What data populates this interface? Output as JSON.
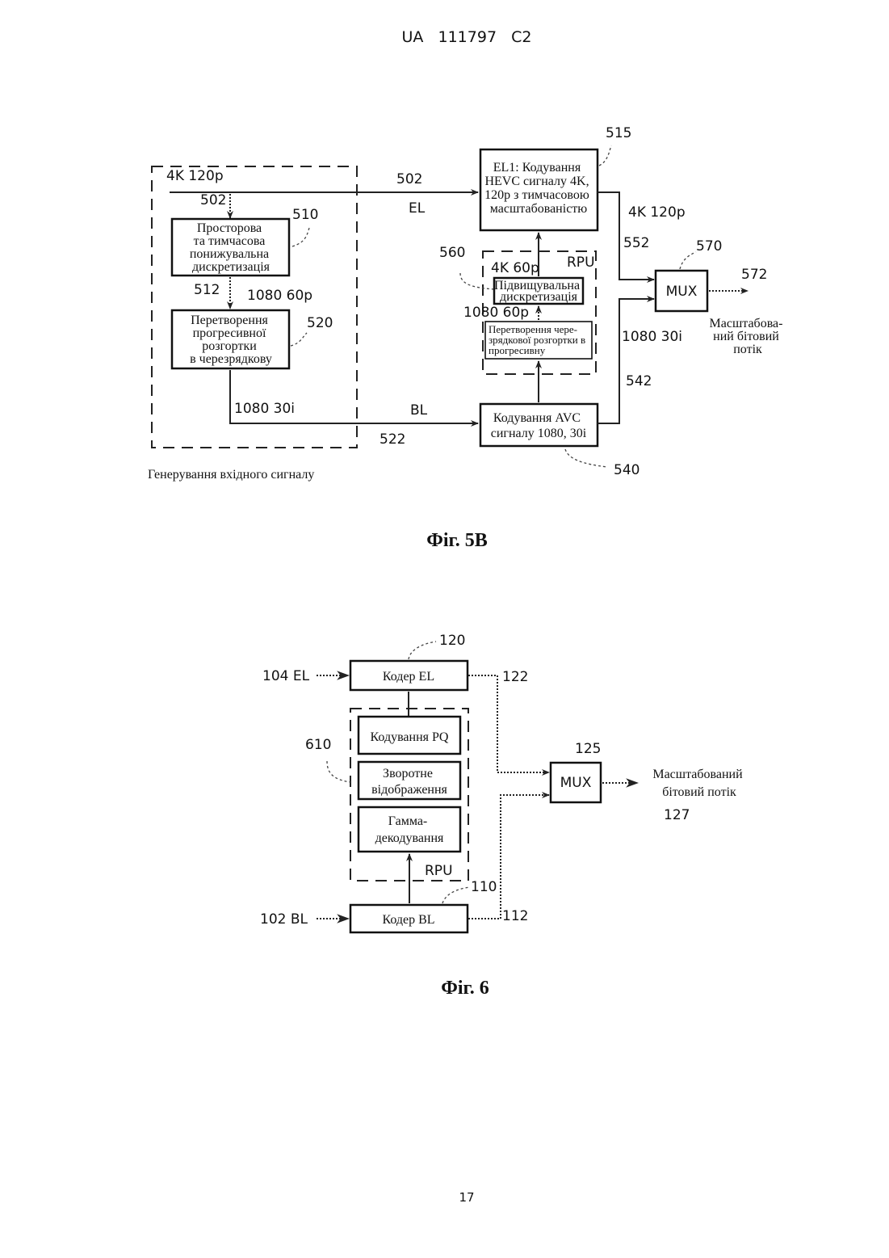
{
  "header": {
    "doc_id": "UA   111797   C2"
  },
  "page_number": "17",
  "fig5b": {
    "caption": "Фіг. 5В",
    "input_group_caption": "Генерування вхідного сигналу",
    "signals": {
      "in_4k": "4K 120p",
      "r502_top": "502",
      "r502_left": "502",
      "el": "EL",
      "r512": "512",
      "s1080_60p_left": "1080 60p",
      "s1080_30i_left": "1080 30i",
      "bl": "BL",
      "r522": "522",
      "r515": "515",
      "out_4k": "4K 120p",
      "r552": "552",
      "r570": "570",
      "r572": "572",
      "s1080_30i_right": "1080 30i",
      "r542": "542",
      "r540": "540",
      "r560": "560",
      "rpu_4k60p": "4K 60p",
      "rpu": "RPU",
      "rpu_1080_60p": "1080 60p",
      "r510": "510",
      "r520": "520"
    },
    "boxes": {
      "b510": [
        "Просторова",
        "та тимчасова",
        "понижувальна",
        "дискретизація"
      ],
      "b520": [
        "Перетворення",
        "прогресивної",
        "розгортки",
        "в черезрядкову"
      ],
      "b515": [
        "EL1: Кодування",
        "HEVC сигналу 4K,",
        "120p з тимчасовою",
        "масштабованістю"
      ],
      "b540": [
        "Кодування AVC",
        "сигналу 1080, 30i"
      ],
      "b_up": [
        "Підвищувальна",
        "дискретизація"
      ],
      "b_conv": [
        "Перетворення чере-",
        "зрядкової розгортки в",
        "прогресивну"
      ],
      "mux": "MUX"
    },
    "output_label": [
      "Масштабова-",
      "ний бітовий",
      "потік"
    ]
  },
  "fig6": {
    "caption": "Фіг. 6",
    "signals": {
      "in_el": "104 EL",
      "in_bl": "102 BL",
      "r120": "120",
      "r122": "122",
      "r125": "125",
      "r610": "610",
      "r110": "110",
      "r112": "112",
      "r127": "127",
      "rpu": "RPU"
    },
    "boxes": {
      "coder_el": "Кодер EL",
      "coder_bl": "Кодер BL",
      "pq": "Кодування PQ",
      "inverse": [
        "Зворотне",
        "відображення"
      ],
      "gamma": [
        "Гамма-",
        "декодування"
      ],
      "mux": "MUX"
    },
    "output_label": [
      "Масштабований",
      "бітовий потік"
    ]
  }
}
